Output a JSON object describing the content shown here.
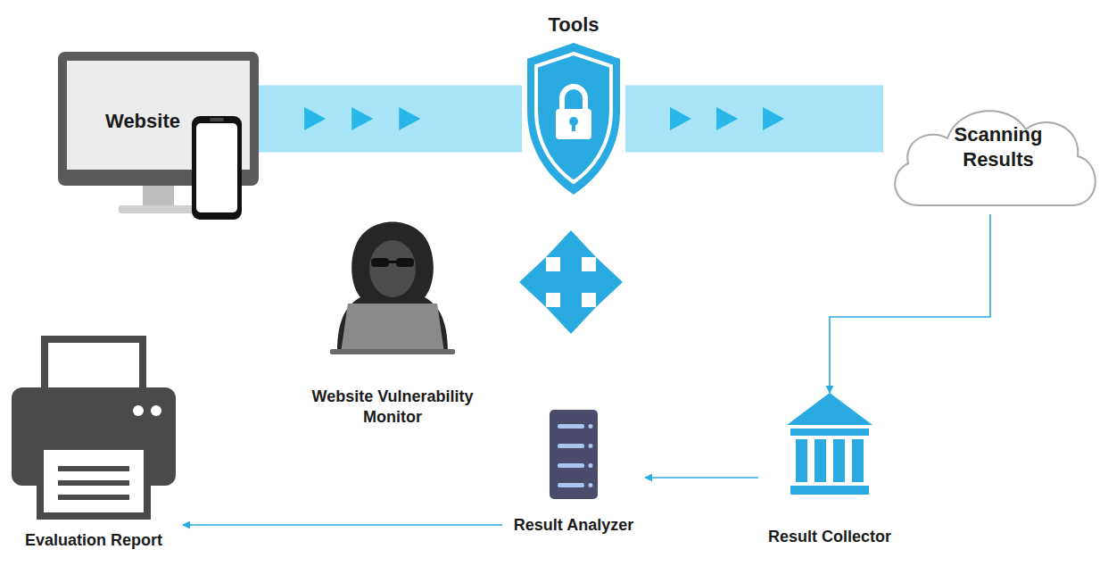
{
  "diagram": {
    "nodes": [
      {
        "text": [
          "Website"
        ]
      },
      {
        "text": [
          "Tools"
        ]
      },
      {
        "text": [
          "Scanning Results"
        ]
      },
      {
        "text": [
          "Website Vulnerability Monitor"
        ]
      },
      {
        "text": [
          "Evaluation Report"
        ]
      },
      {
        "text": [
          "Result Analyzer"
        ]
      },
      {
        "text": [
          "Result Collector"
        ]
      }
    ],
    "edges": [
      {
        "from": 0,
        "to": 1,
        "arrow": "to"
      },
      {
        "from": 1,
        "to": 2,
        "arrow": "to"
      },
      {
        "from": 2,
        "to": 6,
        "arrow": "to"
      },
      {
        "from": 6,
        "to": 5,
        "arrow": "to"
      },
      {
        "from": 5,
        "to": 4,
        "arrow": "to"
      }
    ]
  }
}
